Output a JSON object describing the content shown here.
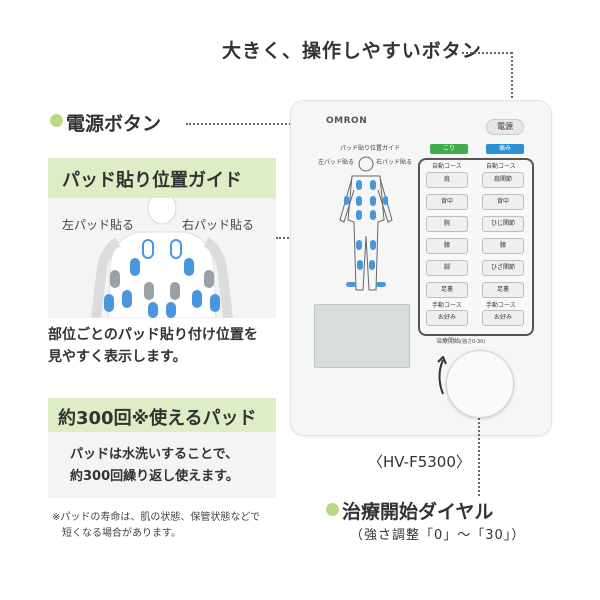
{
  "headline": "大きく、操作しやすいボタン",
  "power_label": "電源ボタン",
  "guide": {
    "title": "パッド貼り位置ガイド",
    "left_label": "左パッド貼る",
    "right_label": "右パッド貼る",
    "description_line1": "部位ごとのパッド貼り付け位置を",
    "description_line2": "見やすく表示します。"
  },
  "pads": {
    "title": "約300回※使えるパッド",
    "line1": "パッドは水洗いすることで、",
    "line2": "約300回繰り返し使えます。"
  },
  "note": {
    "line1": "※パッドの寿命は、肌の状態、保管状態などで",
    "line2": "短くなる場合があります。"
  },
  "device": {
    "brand": "OMRON",
    "power_button": "電源",
    "guide_title": "パッド貼り位置ガイド",
    "guide_left": "左パッド貼る",
    "guide_right": "右パッド貼る",
    "mode_left": "こり",
    "mode_right": "痛み",
    "auto_course": "自動コース",
    "manual_course": "手動コース",
    "dial_caption": "治療開始",
    "dial_caption_small": "(強さ0-30)",
    "left_buttons": [
      "肩",
      "背中",
      "腕",
      "腰",
      "脚",
      "足裏"
    ],
    "right_buttons": [
      "肩関節",
      "背中",
      "ひじ関節",
      "腰",
      "ひざ関節",
      "足裏"
    ],
    "fav_left": "お好み",
    "fav_right": "お好み",
    "colors": {
      "mode_left": "#3fae49",
      "mode_right": "#2b8fd6",
      "pad_blue": "#4a95e0"
    }
  },
  "model": "〈HV-F5300〉",
  "dial_label": "治療開始ダイヤル",
  "dial_sub": "（強さ調整「0」～「30」）"
}
